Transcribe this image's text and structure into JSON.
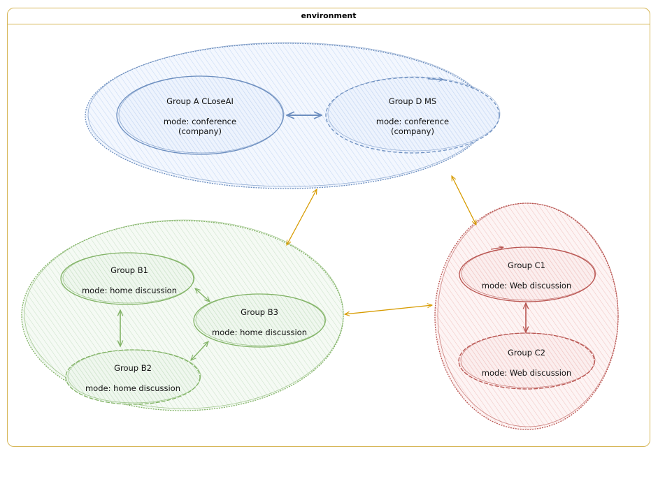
{
  "environment": {
    "title": "environment"
  },
  "groups": {
    "a": {
      "name": "Group A CLoseAI",
      "mode": "mode: conference\n(company)"
    },
    "d": {
      "name": "Group D MS",
      "mode": "mode: conference\n(company)"
    },
    "b1": {
      "name": "Group B1",
      "mode": "mode: home discussion"
    },
    "b2": {
      "name": "Group B2",
      "mode": "mode: home discussion"
    },
    "b3": {
      "name": "Group B3",
      "mode": "mode: home discussion"
    },
    "c1": {
      "name": "Group C1",
      "mode": "mode: Web discussion"
    },
    "c2": {
      "name": "Group C2",
      "mode": "mode: Web discussion"
    }
  },
  "colors": {
    "frame": "#d6b656",
    "blue_stroke": "#6c8ebf",
    "blue_fill": "#dae8fc",
    "green_stroke": "#82b366",
    "green_fill": "#d5e8d4",
    "red_stroke": "#b85450",
    "red_fill": "#f8cecc",
    "connector": "#d79b00"
  }
}
